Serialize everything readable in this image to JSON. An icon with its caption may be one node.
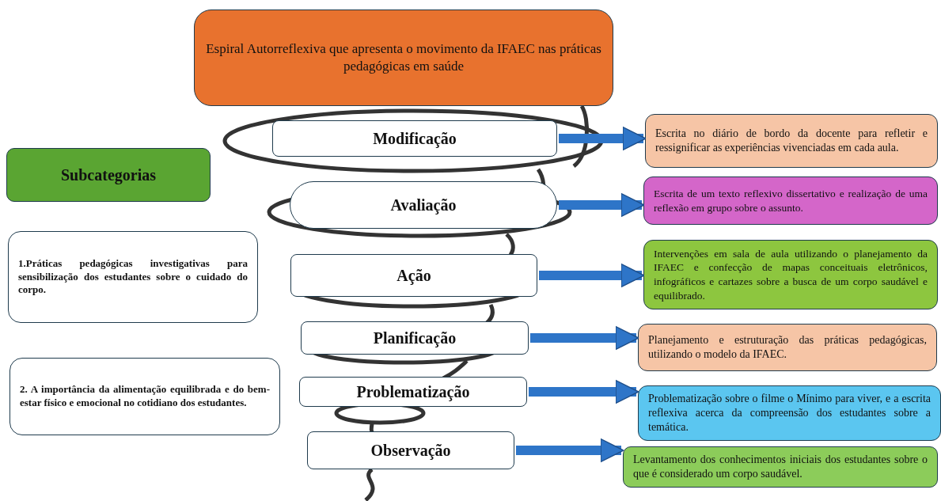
{
  "diagram": {
    "nodes": [
      {
        "text": [
          "Espiral Autorreflexiva que apresenta o movimento da IFAEC nas práticas pedagógicas em saúde"
        ]
      },
      {
        "text": [
          "Subcategorias"
        ]
      },
      {
        "text": [
          "1.Práticas pedagógicas investigativas para sensibilização dos estudantes sobre o cuidado do corpo."
        ]
      },
      {
        "text": [
          "2. A importância da alimentação equilibrada e do bem-estar físico e emocional no cotidiano dos estudantes."
        ]
      },
      {
        "text": [
          "Modificação"
        ]
      },
      {
        "text": [
          "Avaliação"
        ]
      },
      {
        "text": [
          "Ação"
        ]
      },
      {
        "text": [
          "Planificação"
        ]
      },
      {
        "text": [
          "Problematização"
        ]
      },
      {
        "text": [
          "Observação"
        ]
      },
      {
        "text": [
          "Escrita no diário de bordo da docente para refletir e ressignificar as experiências vivenciadas em cada aula."
        ]
      },
      {
        "text": [
          "Escrita de um texto reflexivo dissertativo e realização de uma reflexão em grupo sobre o assunto."
        ]
      },
      {
        "text": [
          "Intervenções em sala de aula utilizando o planejamento da IFAEC e confecção de mapas conceituais eletrônicos, infográficos e cartazes sobre a busca de um corpo saudável e equilibrado."
        ]
      },
      {
        "text": [
          "Planejamento e estruturação das práticas pedagógicas, utilizando o modelo da IFAEC."
        ]
      },
      {
        "text": [
          "Problematização sobre o filme o Mínimo para viver, e a escrita reflexiva acerca da compreensão dos estudantes sobre a temática."
        ]
      },
      {
        "text": [
          "Levantamento dos conhecimentos iniciais dos estudantes sobre o que é considerado um corpo saudável."
        ]
      }
    ],
    "edges": [
      {
        "from": 4,
        "to": 10,
        "arrow": "to"
      },
      {
        "from": 5,
        "to": 11,
        "arrow": "to"
      },
      {
        "from": 6,
        "to": 12,
        "arrow": "to"
      },
      {
        "from": 7,
        "to": 13,
        "arrow": "to"
      },
      {
        "from": 8,
        "to": 14,
        "arrow": "to"
      },
      {
        "from": 9,
        "to": 15,
        "arrow": "to"
      }
    ]
  }
}
